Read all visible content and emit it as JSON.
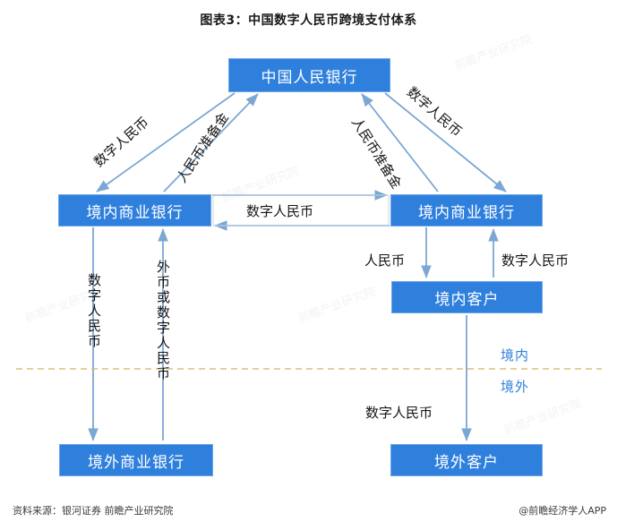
{
  "title": "图表3：中国数字人民币跨境支付体系",
  "diagram": {
    "nodes": [
      {
        "id": "pbc",
        "label": "中国人民银行"
      },
      {
        "id": "dom-bank-l",
        "label": "境内商业银行"
      },
      {
        "id": "dom-bank-r",
        "label": "境内商业银行"
      },
      {
        "id": "dom-customer",
        "label": "境内客户"
      },
      {
        "id": "ovs-bank",
        "label": "境外商业银行"
      },
      {
        "id": "ovs-customer",
        "label": "境外客户"
      }
    ],
    "edge_labels": {
      "top_left_outer": "数字人民币",
      "top_left_inner": "人民币准备金",
      "top_right_inner": "人民币准备金",
      "top_right_outer": "数字人民币",
      "between_banks": "数字人民币",
      "left_outer_vertical": "数字人民币",
      "left_inner_vertical": "外币或数字人民币",
      "dom_bank_to_customer": "人民币",
      "customer_to_dom_bank": "数字人民币",
      "ovs_customer": "数字人民币"
    },
    "regions": {
      "inside": "境内",
      "outside": "境外"
    },
    "colors": {
      "node_fill": "#2f80dd",
      "node_border": "#6aa5e8",
      "arrow": "#7ba7d4",
      "border_line": "#d9c07e",
      "region_text": "#2f80dd"
    }
  },
  "footer": {
    "source": "资料来源：银河证券 前瞻产业研究院",
    "attribution": "@前瞻经济学人APP"
  },
  "watermark": "前瞻产业研究院"
}
